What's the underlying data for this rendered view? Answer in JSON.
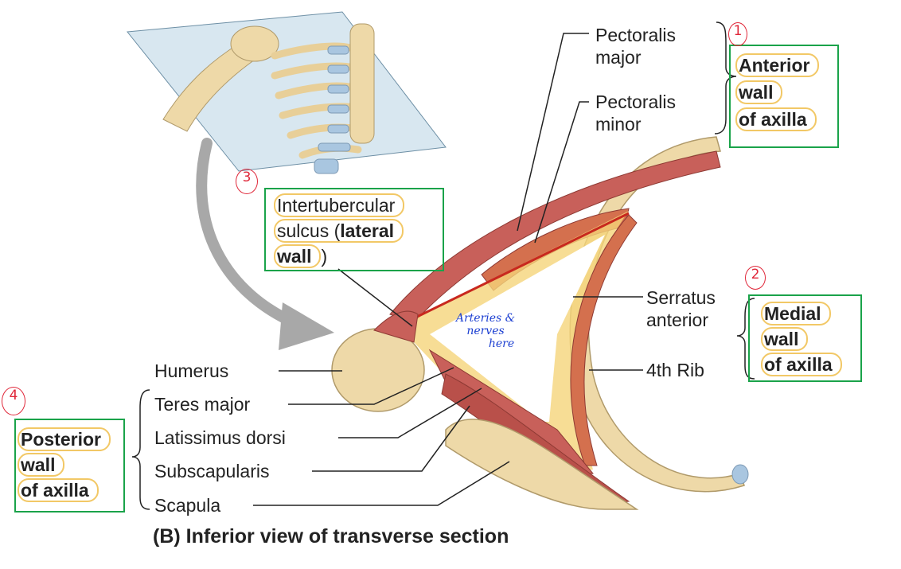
{
  "labels": {
    "pectoralis_major_1": "Pectoralis",
    "pectoralis_major_2": "major",
    "pectoralis_minor_1": "Pectoralis",
    "pectoralis_minor_2": "minor",
    "serratus_1": "Serratus",
    "serratus_2": "anterior",
    "rib": "4th Rib",
    "humerus": "Humerus",
    "teres_major": "Teres major",
    "latissimus": "Latissimus dorsi",
    "subscapularis": "Subscapularis",
    "scapula": "Scapula"
  },
  "boxes": {
    "anterior": {
      "line1": "Anterior",
      "line2": "wall",
      "line3": "of axilla"
    },
    "medial": {
      "line1": "Medial",
      "line2": "wall",
      "line3": "of axilla"
    },
    "posterior": {
      "line1": "Posterior",
      "line2": "wall",
      "line3": "of axilla"
    },
    "lateral": {
      "line1": "Intertubercular",
      "line2a": "sulcus (",
      "line2b": "lateral",
      "line3a": "wall",
      "line3b": ")"
    }
  },
  "annotations": {
    "num1": "1",
    "num2": "2",
    "num3": "3",
    "num4": "4",
    "handwritten_1": "Arteries &",
    "handwritten_2": "nerves",
    "handwritten_3": "here"
  },
  "caption": "(B) Inferior view of transverse section",
  "colors": {
    "box_border": "#1aa34a",
    "highlight": "#f2c866",
    "muscle": "#c8605a",
    "bone": "#eed9a8",
    "fascia": "#f5d57a",
    "annotation_red": "#e0283a",
    "annotation_blue": "#1c3fd1"
  }
}
